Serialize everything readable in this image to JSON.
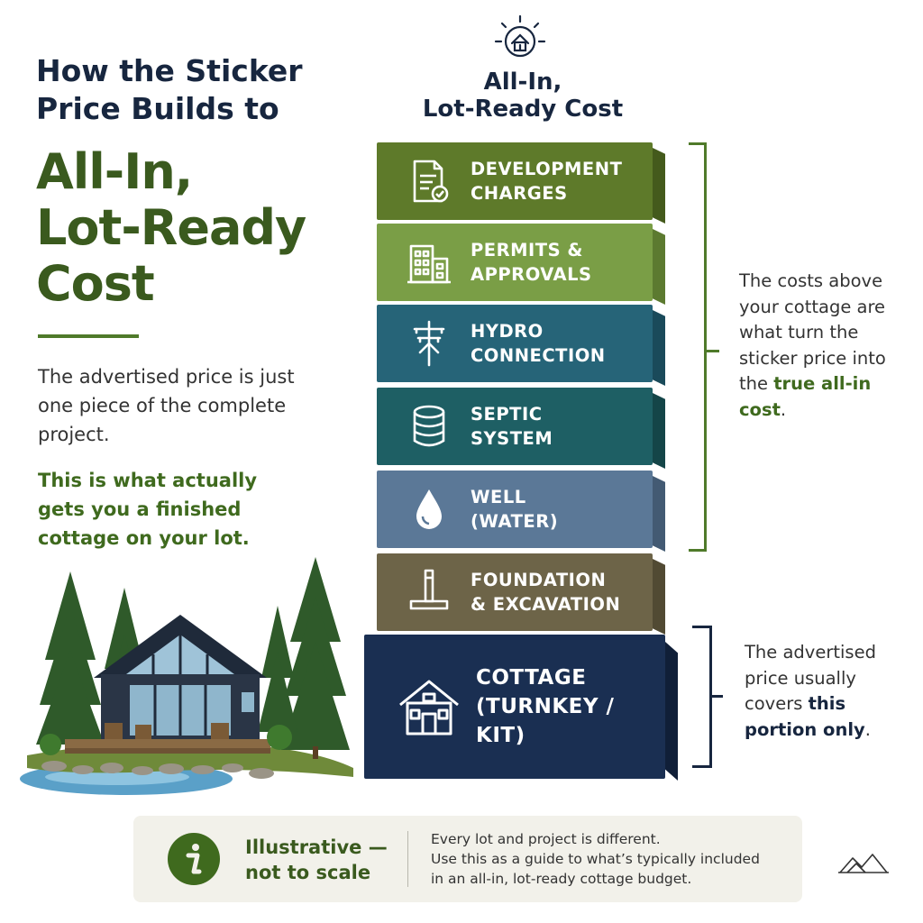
{
  "heading": {
    "lines_top": [
      "How the Sticker",
      "Price Builds to"
    ],
    "lines_main": [
      "All-In,",
      "Lot-Ready",
      "Cost"
    ]
  },
  "intro": {
    "text": "The advertised price is just one piece of the complete project.",
    "emphasis": "This is what actually gets you a finished cottage on your lot."
  },
  "stack": {
    "title_lines": [
      "All-In,",
      "Lot-Ready Cost"
    ],
    "title_icon": "house-sun-icon",
    "blocks": [
      {
        "lines": [
          "DEVELOPMENT",
          "CHARGES"
        ],
        "icon": "document-check-icon",
        "color": "#5e7a2a",
        "side": "#445a1c"
      },
      {
        "lines": [
          "PERMITS &",
          "APPROVALS"
        ],
        "icon": "building-icon",
        "color": "#7a9e46",
        "side": "#5c7a30"
      },
      {
        "lines": [
          "HYDRO",
          "CONNECTION"
        ],
        "icon": "utility-pole-icon",
        "color": "#266478",
        "side": "#1a4a5a"
      },
      {
        "lines": [
          "SEPTIC",
          "SYSTEM"
        ],
        "icon": "septic-tank-icon",
        "color": "#1e5f64",
        "side": "#144548"
      },
      {
        "lines": [
          "WELL",
          "(WATER)"
        ],
        "icon": "water-drop-icon",
        "color": "#5b7897",
        "side": "#435a73"
      },
      {
        "lines": [
          "FOUNDATION",
          "& EXCAVATION"
        ],
        "icon": "foundation-icon",
        "color": "#6d6448",
        "side": "#514a33"
      },
      {
        "lines": [
          "COTTAGE",
          "(TURNKEY / KIT)"
        ],
        "icon": "house-icon",
        "color": "#1a2f52",
        "side": "#101f38"
      }
    ]
  },
  "notes": {
    "upper": {
      "prefix": "The costs above your cottage are what turn the sticker price into the ",
      "highlight": "true all-in cost",
      "suffix": "."
    },
    "lower": {
      "prefix": "The advertised price usually covers ",
      "highlight": "this portion only",
      "suffix": "."
    }
  },
  "footer": {
    "icon": "info-icon",
    "title_lines": [
      "Illustrative —",
      "not to scale"
    ],
    "text_lines": [
      "Every lot and project is different.",
      "Use this as a guide to what’s typically included",
      "in an all-in, lot-ready cottage budget."
    ]
  },
  "colors": {
    "navy": "#17263f",
    "green": "#3a5a1e",
    "accent_green": "#4f7a2a"
  }
}
